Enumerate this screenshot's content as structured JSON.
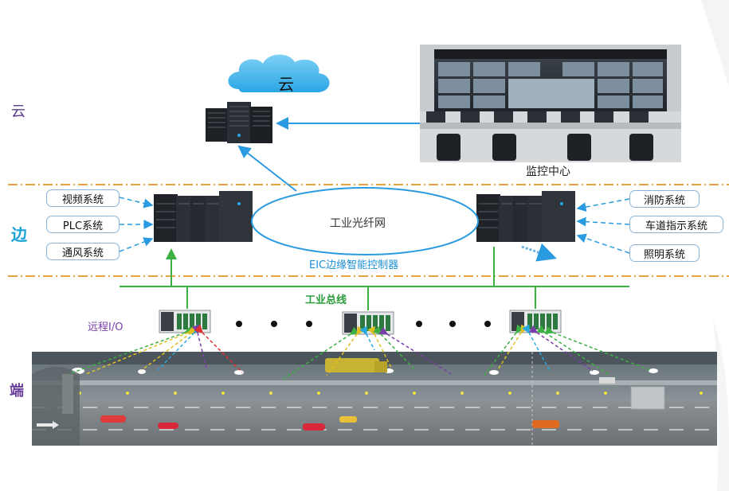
{
  "tiers": {
    "cloud": "云",
    "edge": "边",
    "end": "端"
  },
  "cloud_label": "云",
  "monitor_center": "监控中心",
  "fiber_network": "工业光纤网",
  "eic_label": "EIC边缘智能控制器",
  "bus_label": "工业总线",
  "remote_io": "远程I/O",
  "left_systems": [
    "视频系统",
    "PLC系统",
    "通风系统"
  ],
  "right_systems": [
    "消防系统",
    "车道指示系统",
    "照明系统"
  ],
  "colors": {
    "cloud_tier": "#5a3e8c",
    "edge_tier": "#1aa3d6",
    "end_tier": "#6a3d9a",
    "dashed_line": "#e6a23c",
    "bus": "#3cb043",
    "arrow_blue": "#2a9be0",
    "eic_text": "#1d8fd6"
  },
  "icons": [
    "cloud-icon",
    "server-rack-icon",
    "controller-rack-icon",
    "io-module-icon",
    "tunnel-scene"
  ]
}
